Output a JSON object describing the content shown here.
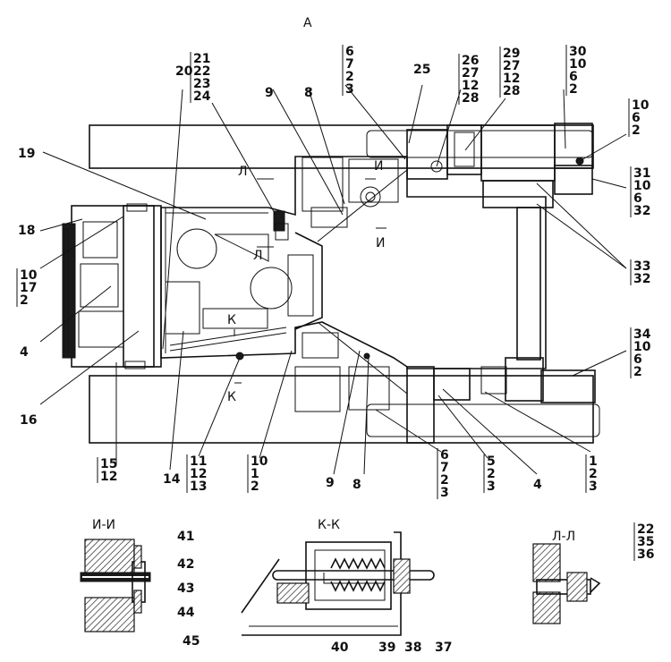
{
  "view_label": "А",
  "sections": {
    "ii": "И-И",
    "kk": "К-К",
    "ll": "Л-Л"
  },
  "cut_marks": {
    "l_top": "Л",
    "l_bot": "Л",
    "i_top": "И",
    "i_bot": "И",
    "k_top": "К",
    "k_bot": "К"
  },
  "callouts": {
    "c_6_7_2_3": [
      "6",
      "7",
      "2",
      "3"
    ],
    "c_25": [
      "25"
    ],
    "c_26": [
      "26",
      "27",
      "12",
      "28"
    ],
    "c_29": [
      "29",
      "27",
      "12",
      "28"
    ],
    "c_30": [
      "30",
      "10",
      "6",
      "2"
    ],
    "c_10_6_2_top": [
      "10",
      "6",
      "2"
    ],
    "c_31": [
      "31",
      "10",
      "6",
      "32"
    ],
    "c_33": [
      "33",
      "32"
    ],
    "c_34": [
      "34",
      "10",
      "6",
      "2"
    ],
    "c_9_top": [
      "9"
    ],
    "c_8_top": [
      "8"
    ],
    "c_21": [
      "21",
      "22",
      "23",
      "24"
    ],
    "c_20": [
      "20"
    ],
    "c_19": [
      "19"
    ],
    "c_18": [
      "18"
    ],
    "c_10_17_2": [
      "10",
      "17",
      "2"
    ],
    "c_4_left": [
      "4"
    ],
    "c_16": [
      "16"
    ],
    "c_15_12": [
      "15",
      "12"
    ],
    "c_14": [
      "14"
    ],
    "c_11_12_13": [
      "11",
      "12",
      "13"
    ],
    "c_10_1_2": [
      "10",
      "1",
      "2"
    ],
    "c_9_bot": [
      "9"
    ],
    "c_8_bot": [
      "8"
    ],
    "c_6_7_2_3_bot": [
      "6",
      "7",
      "2",
      "3"
    ],
    "c_5_2_3": [
      "5",
      "2",
      "3"
    ],
    "c_4_bot": [
      "4"
    ],
    "c_1_2_3": [
      "1",
      "2",
      "3"
    ],
    "c_41": [
      "41"
    ],
    "c_42": [
      "42"
    ],
    "c_43": [
      "43"
    ],
    "c_44": [
      "44"
    ],
    "c_45": [
      "45"
    ],
    "c_40": [
      "40"
    ],
    "c_39": [
      "39"
    ],
    "c_38": [
      "38"
    ],
    "c_37": [
      "37"
    ],
    "c_22_35_36": [
      "22",
      "35",
      "36"
    ]
  }
}
